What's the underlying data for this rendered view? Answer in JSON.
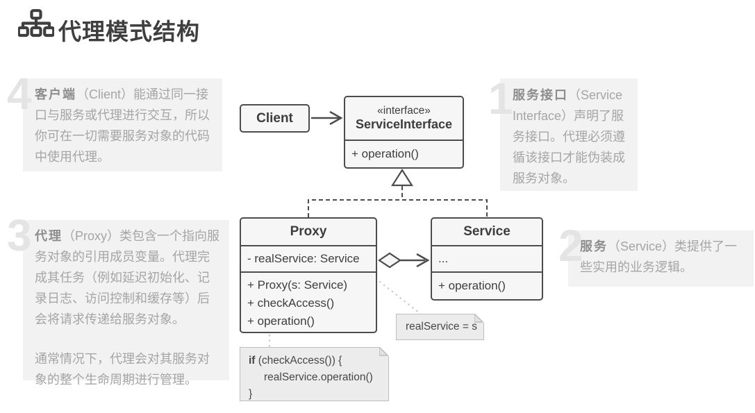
{
  "page": {
    "title": "代理模式结构"
  },
  "annotations": {
    "n1": {
      "number": "1",
      "heading": "服务接口",
      "body": "（Service Interface）声明了服务接口。代理必须遵循该接口才能伪装成服务对象。"
    },
    "n2": {
      "number": "2",
      "heading": "服务",
      "body": "（Service）类提供了一些实用的业务逻辑。"
    },
    "n3": {
      "number": "3",
      "heading": "代理",
      "body": "（Proxy）类包含一个指向服务对象的引用成员变量。代理完成其任务（例如延迟初始化、记录日志、访问控制和缓存等）后会将请求传递给服务对象。",
      "body2": "通常情况下，代理会对其服务对象的整个生命周期进行管理。"
    },
    "n4": {
      "number": "4",
      "heading": "客户端",
      "body": "（Client）能通过同一接口与服务或代理进行交互，所以你可在一切需要服务对象的代码中使用代理。"
    }
  },
  "uml": {
    "client": {
      "name": "Client"
    },
    "service_interface": {
      "stereotype": "«interface»",
      "name": "ServiceInterface",
      "methods": [
        "+ operation()"
      ]
    },
    "proxy": {
      "name": "Proxy",
      "attributes": [
        "- realService: Service"
      ],
      "methods": [
        "+ Proxy(s: Service)",
        "+ checkAccess()",
        "+ operation()"
      ]
    },
    "service": {
      "name": "Service",
      "attributes": [
        "..."
      ],
      "methods": [
        "+ operation()"
      ]
    },
    "assignment_note": {
      "text": "realService = s"
    },
    "code_note": {
      "keyword": "if",
      "line1_rest": " (checkAccess()) {",
      "line2": "realService.operation()",
      "line3": "}"
    }
  },
  "icons": {
    "header": "org-chart-icon",
    "note_corner": "folded-corner-icon"
  },
  "colors": {
    "title_text": "#3f3f3f",
    "annotation_bg": "#f2f2f2",
    "annotation_number": "#e4e4e4",
    "annotation_heading": "#8d8d8d",
    "annotation_body": "#a5a5a5",
    "box_border": "#4c4c4c",
    "box_fill": "#f6f6f6",
    "box_text": "#3d3d3d",
    "note_fill": "#ececec",
    "note_border": "#bdbdbd",
    "dashed_connector": "#4c4c4c",
    "dotted_connector": "#c6c6c6"
  }
}
